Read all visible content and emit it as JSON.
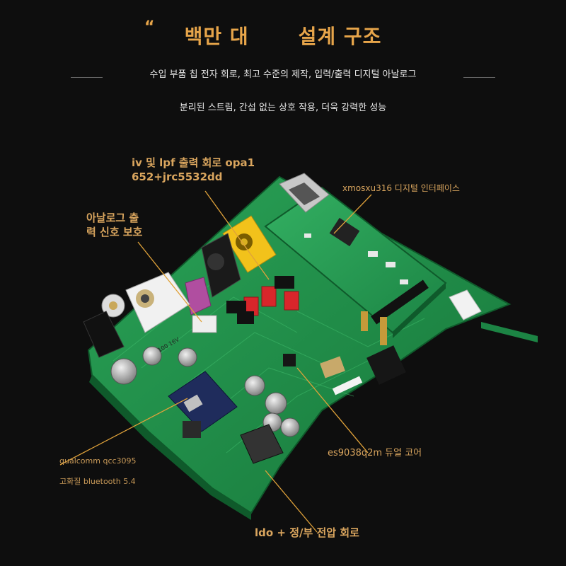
{
  "header": {
    "quote_mark": "“",
    "title_left": "백만 대",
    "title_right": "설계 구조",
    "subtitle_line1": "수입 부품 칩 전자 회로, 최고 수준의 제작, 입력/출력 디지털 아날로그",
    "subtitle_line2": "분리된 스트림, 간섭 없는 상호 작용, 더욱 강력한 성능"
  },
  "callouts": {
    "iv_lpf_line1": "iv 및 lpf 출력 회로 opa1",
    "iv_lpf_line2": "652+jrc5532dd",
    "xmos": "xmosxu316 디지털 인터페이스",
    "analog_protect_line1": "아날로그 출",
    "analog_protect_line2": "력 신호 보호",
    "qualcomm_line1": "qualcomm qcc3095",
    "qualcomm_line2": "고화질 bluetooth 5.4",
    "es9038": "es9038q2m 듀얼 코어",
    "ldo": "ldo + 정/부 전압 회로"
  },
  "chip_markings": {
    "cap_text": "100 16V"
  },
  "colors": {
    "accent": "#e7a54a",
    "pcb": "#1e8a45",
    "background": "#0e0e0e",
    "callout_line": "#e0a23a"
  }
}
